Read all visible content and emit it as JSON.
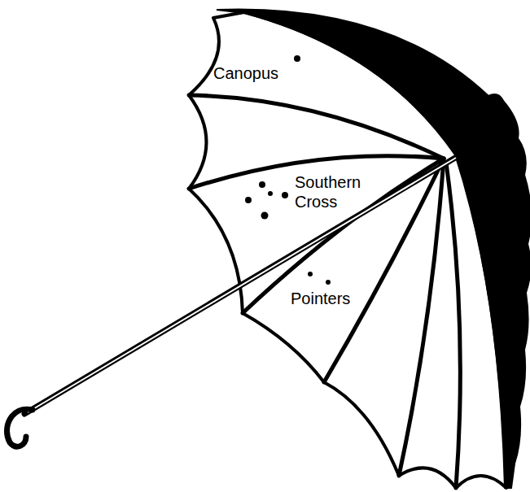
{
  "diagram": {
    "labels": [
      "Canopus",
      "Southern Cross",
      "Pointers"
    ]
  }
}
